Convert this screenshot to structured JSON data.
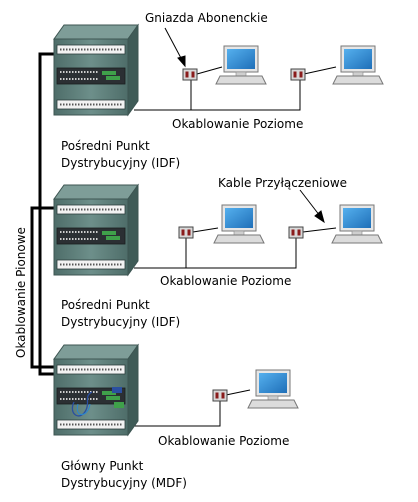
{
  "labels": {
    "wall_outlets": "Gniazda Abonenckie",
    "patch_cables": "Kable Przyłączeniowe",
    "vertical_cabling": "Okablowanie Pionowe",
    "horizontal_cabling_1": "Okablowanie Poziome",
    "horizontal_cabling_2": "Okablowanie Poziome",
    "horizontal_cabling_3": "Okablowanie Poziome"
  },
  "racks": [
    {
      "line1": "Pośredni Punkt",
      "line2": "Dystrybucyjny (IDF)"
    },
    {
      "line1": "Pośredni Punkt",
      "line2": "Dystrybucyjny (IDF)"
    },
    {
      "line1": "Główny Punkt",
      "line2": "Dystrybucyjny (MDF)"
    }
  ],
  "colors": {
    "rack_frame": "#5f7e7a",
    "rack_dark": "#4a6763",
    "port_panel": "#f2f2f2",
    "switch_green": "#3fa04a",
    "switch_blue": "#2a4fa0",
    "monitor_screen": "#2a86d0",
    "outlet_body": "#d8d8d8",
    "outlet_socket": "#8a1c1c"
  }
}
